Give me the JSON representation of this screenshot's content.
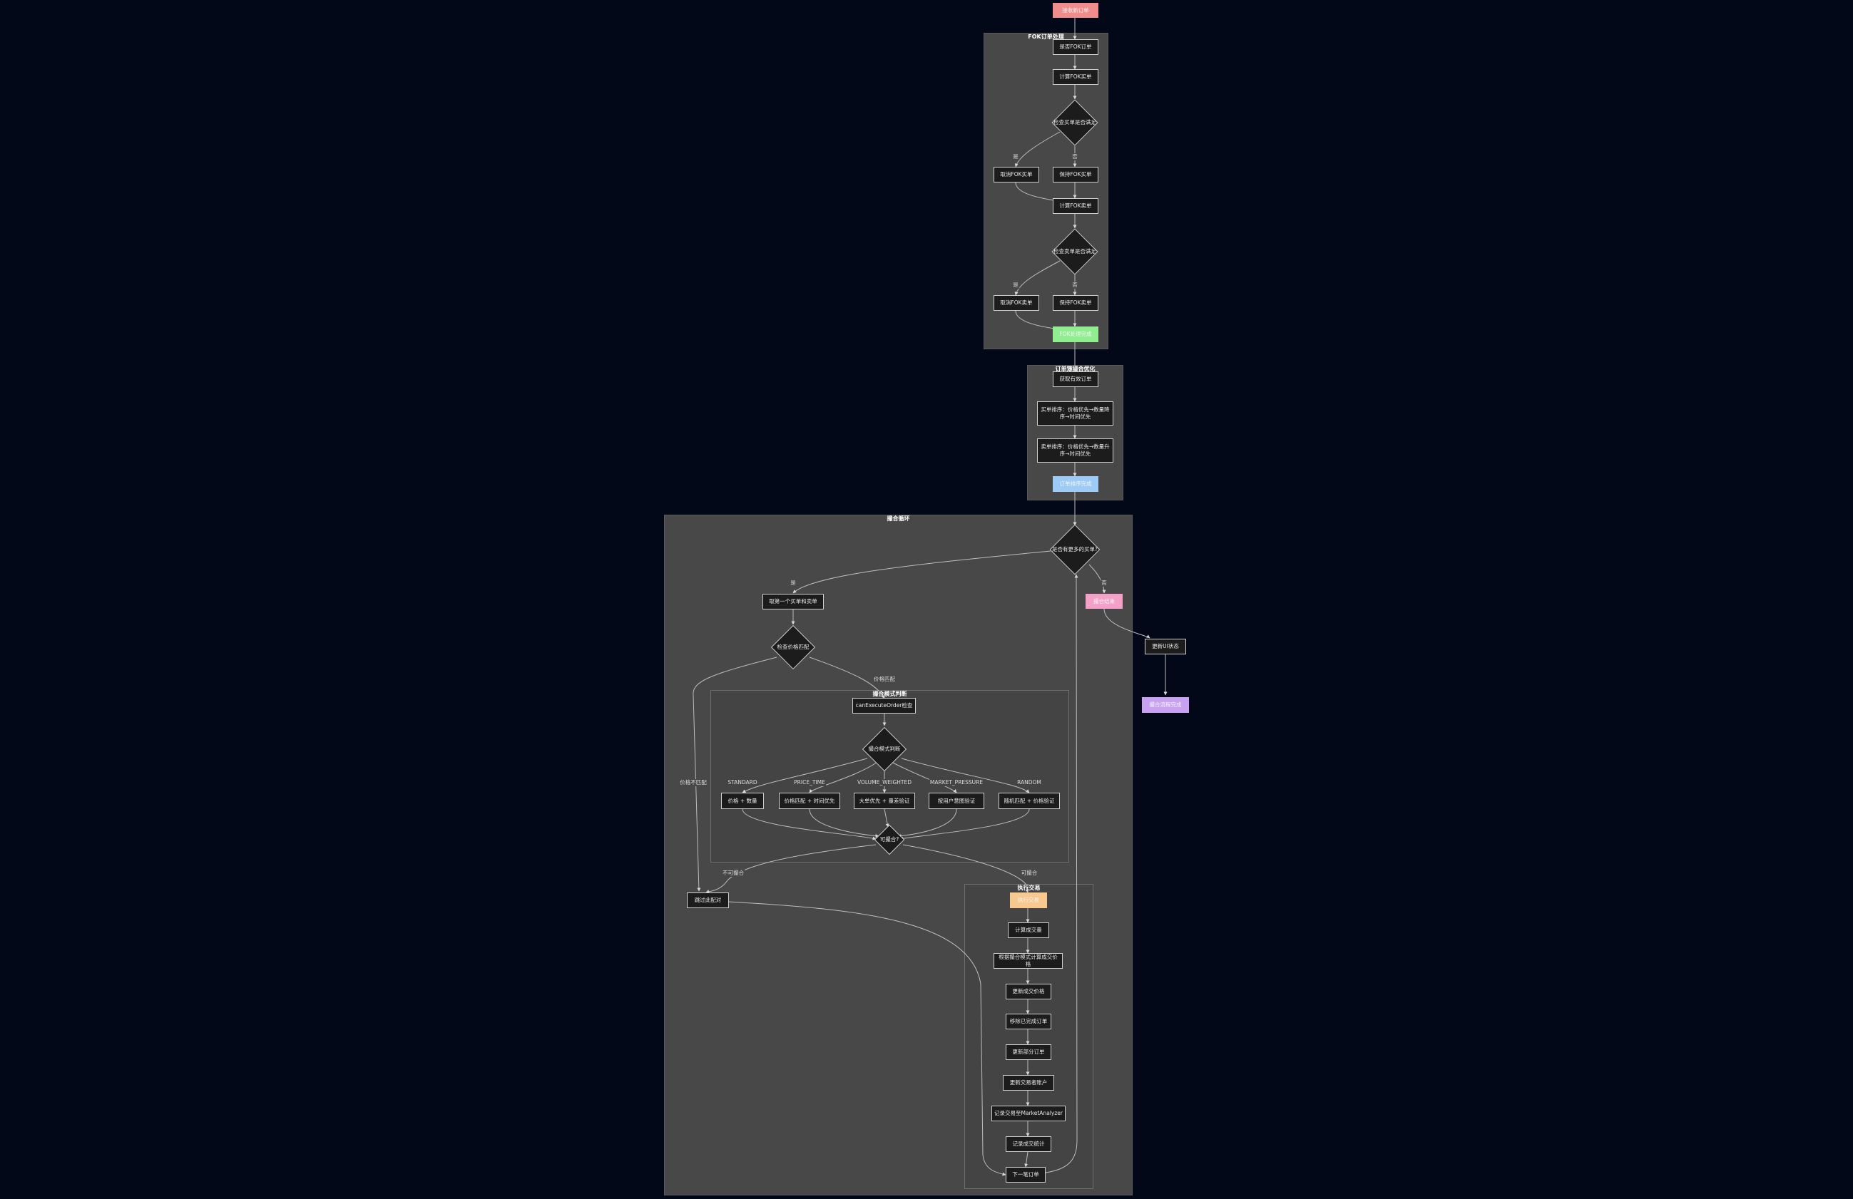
{
  "clusters": {
    "fok": {
      "title": "FOK订单处理"
    },
    "order_sort": {
      "title": "订单簿撮合优化"
    },
    "matching": {
      "title": "撮合循环"
    },
    "mode": {
      "title": "撮合模式判断"
    },
    "execute": {
      "title": "执行交易"
    }
  },
  "nodes": {
    "start": "接收新订单",
    "fok_check": "是否FOK订单",
    "fok_calc_buy": "计算FOK买单",
    "fok_cond1": "检查买单是否满足",
    "fok_cancel1": "取消FOK买单",
    "fok_keep1": "保持FOK买单",
    "fok_calc_sell": "计算FOK卖单",
    "fok_cond2": "检查卖单是否满足",
    "fok_cancel2": "取消FOK卖单",
    "fok_keep2": "保持FOK卖单",
    "fok_done": "FOK处理完成",
    "get_orders": "获取有效订单",
    "sort_buy": "买单排序：价格优先→数量降序→时间优先",
    "sort_sell": "卖单排序：价格优先→数量升序→时间优先",
    "sort_done": "订单排序完成",
    "loop_cond": "是否有更多的买单?",
    "match_end": "撮合结束",
    "update_state": "更新UI状态",
    "end": "撮合流程完成",
    "take_buy": "取第一个买单和卖单",
    "price_check": "检查价格匹配",
    "can_exec": "canExecuteOrder检查",
    "mode_select": "撮合模式判断",
    "m1": "价格 + 数量",
    "m2": "价格匹配 + 时间优先",
    "m3": "大单优先 + 量差验证",
    "m4": "按用户意图验证",
    "m5": "随机匹配 + 价格验证",
    "can_match": "可撮合?",
    "skip": "跳过此配对",
    "exec_start": "执行交易",
    "calc_qty": "计算成交量",
    "calc_price": "根据撮合模式计算成交价格",
    "update_book": "更新成交价格",
    "remove_orders": "移除已完成订单",
    "update_partial": "更新部分订单",
    "update_account": "更新交易者账户",
    "record_trade": "记录交易至MarketAnalyzer",
    "record_stats": "记录成交统计",
    "next_order": "下一笔订单"
  },
  "edge_labels": {
    "yes": "是",
    "no": "否",
    "fok_yes1": "是",
    "fok_no1": "否",
    "fok_yes2": "是",
    "fok_no2": "否",
    "loop_yes": "是",
    "loop_no": "否",
    "price_no": "价格不匹配",
    "price_yes": "价格匹配",
    "mode_standard": "STANDARD",
    "mode_price_time": "PRICE_TIME",
    "mode_volume": "VOLUME_WEIGHTED",
    "mode_market": "MARKET_PRESSURE",
    "mode_random": "RANDOM",
    "cannot_match": "不可撮合",
    "can_match": "可撮合"
  },
  "colors": {
    "start": "#f08c8c",
    "fok_done": "#90ee90",
    "sort_done": "#9ecbf5",
    "match_end": "#f5a0c8",
    "end": "#c8a2f0",
    "exec_start": "#f7c98e",
    "background": "#020817",
    "cluster": "#484848"
  }
}
